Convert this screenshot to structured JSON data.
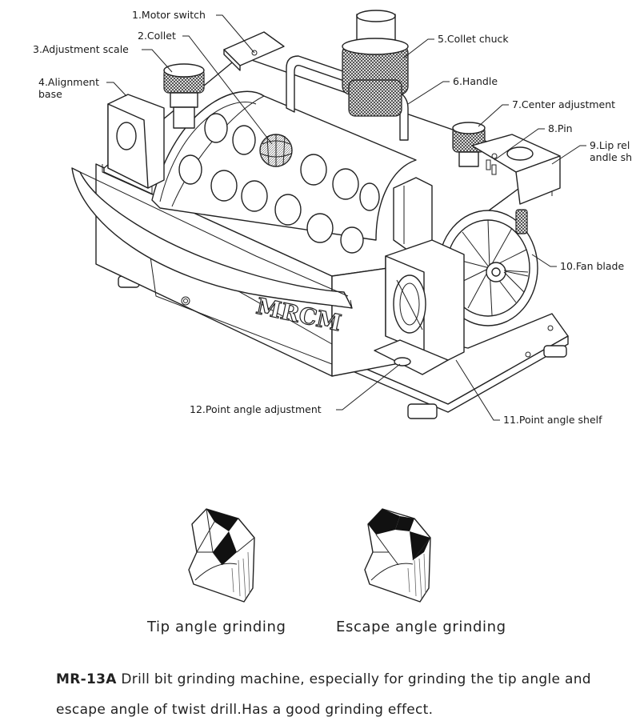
{
  "labels": {
    "motor_switch": "1.Motor switch",
    "collet": "2.Collet",
    "adjustment_scale": "3.Adjustment scale",
    "alignment_base_line1": "4.Alignment",
    "alignment_base_line2": "base",
    "collet_chuck": "5.Collet chuck",
    "handle": "6.Handle",
    "center_adjustment": "7.Center adjustment",
    "pin": "8.Pin",
    "lip_relief_line1": "9.Lip rel",
    "lip_relief_line2": "andle sh",
    "fan_blade": "10.Fan blade",
    "point_angle_shelf": "11.Point angle shelf",
    "point_angle_adjustment": "12.Point angle adjustment"
  },
  "brand": "MRCM",
  "captions": {
    "tip": "Tip angle grinding",
    "escape": "Escape angle grinding"
  },
  "description": {
    "model": "MR-13A",
    "text": " Drill bit grinding machine, especially for grinding the tip angle and escape angle of twist drill.Has a good grinding effect."
  }
}
